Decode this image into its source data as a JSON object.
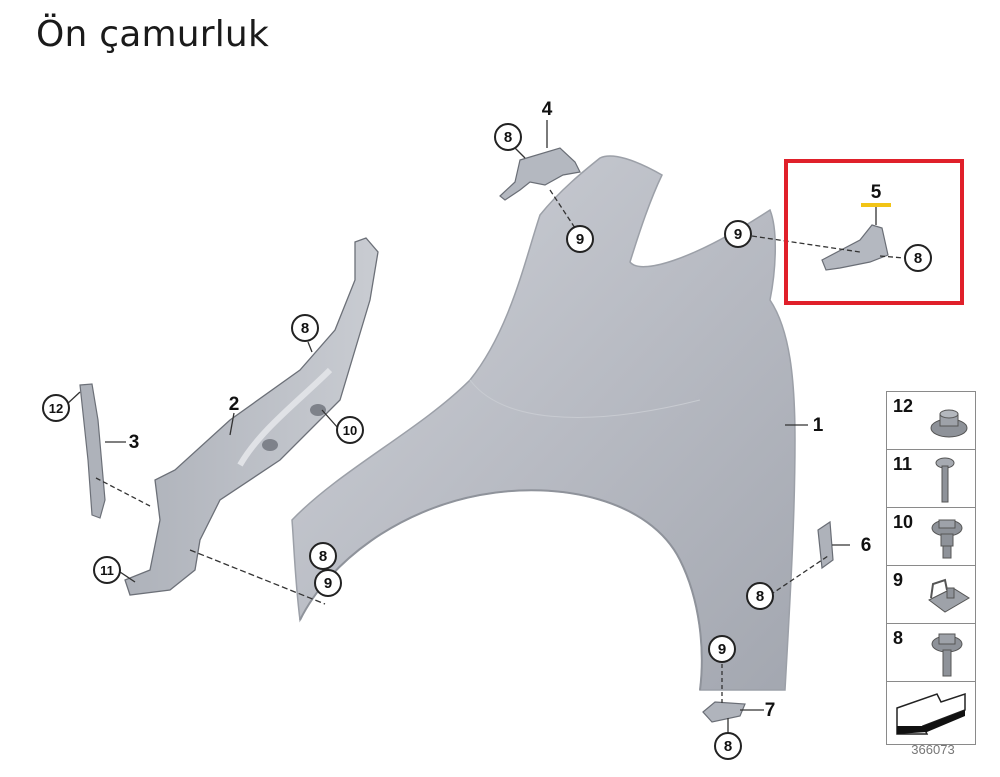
{
  "title": "Ön çamurluk",
  "colors": {
    "highlight": "#e0202a",
    "highlight_underline": "#f2c416",
    "part_fill": "#b8bcc4",
    "text": "#111111"
  },
  "parts": [
    {
      "num": "1",
      "name": "fender"
    },
    {
      "num": "2",
      "name": "support-bracket"
    },
    {
      "num": "3",
      "name": "front-bracket"
    },
    {
      "num": "4",
      "name": "upper-bracket"
    },
    {
      "num": "5",
      "name": "rear-upper-bracket",
      "highlighted": true
    },
    {
      "num": "6",
      "name": "rear-lower-bracket"
    },
    {
      "num": "7",
      "name": "bottom-bracket"
    }
  ],
  "labels": {
    "p1": "1",
    "p2": "2",
    "p3": "3",
    "p4": "4",
    "p5": "5",
    "p6": "6",
    "p7": "7"
  },
  "callouts": {
    "c_8_top": "8",
    "c_9_top": "9",
    "c_9_right": "9",
    "c_8_right": "8",
    "c_8_mid": "8",
    "c_10": "10",
    "c_12": "12",
    "c_11": "11",
    "c_8_front": "8",
    "c_9_front": "9",
    "c_8_rear": "8",
    "c_9_bottom": "9",
    "c_8_bottom": "8"
  },
  "legend": {
    "items": [
      {
        "num": "12",
        "icon": "flange-nut-icon"
      },
      {
        "num": "11",
        "icon": "screw-icon"
      },
      {
        "num": "10",
        "icon": "collar-bolt-icon"
      },
      {
        "num": "9",
        "icon": "clip-nut-icon"
      },
      {
        "num": "8",
        "icon": "hex-bolt-icon"
      },
      {
        "num": "",
        "icon": "direction-arrow-icon"
      }
    ],
    "reference": "366073"
  }
}
